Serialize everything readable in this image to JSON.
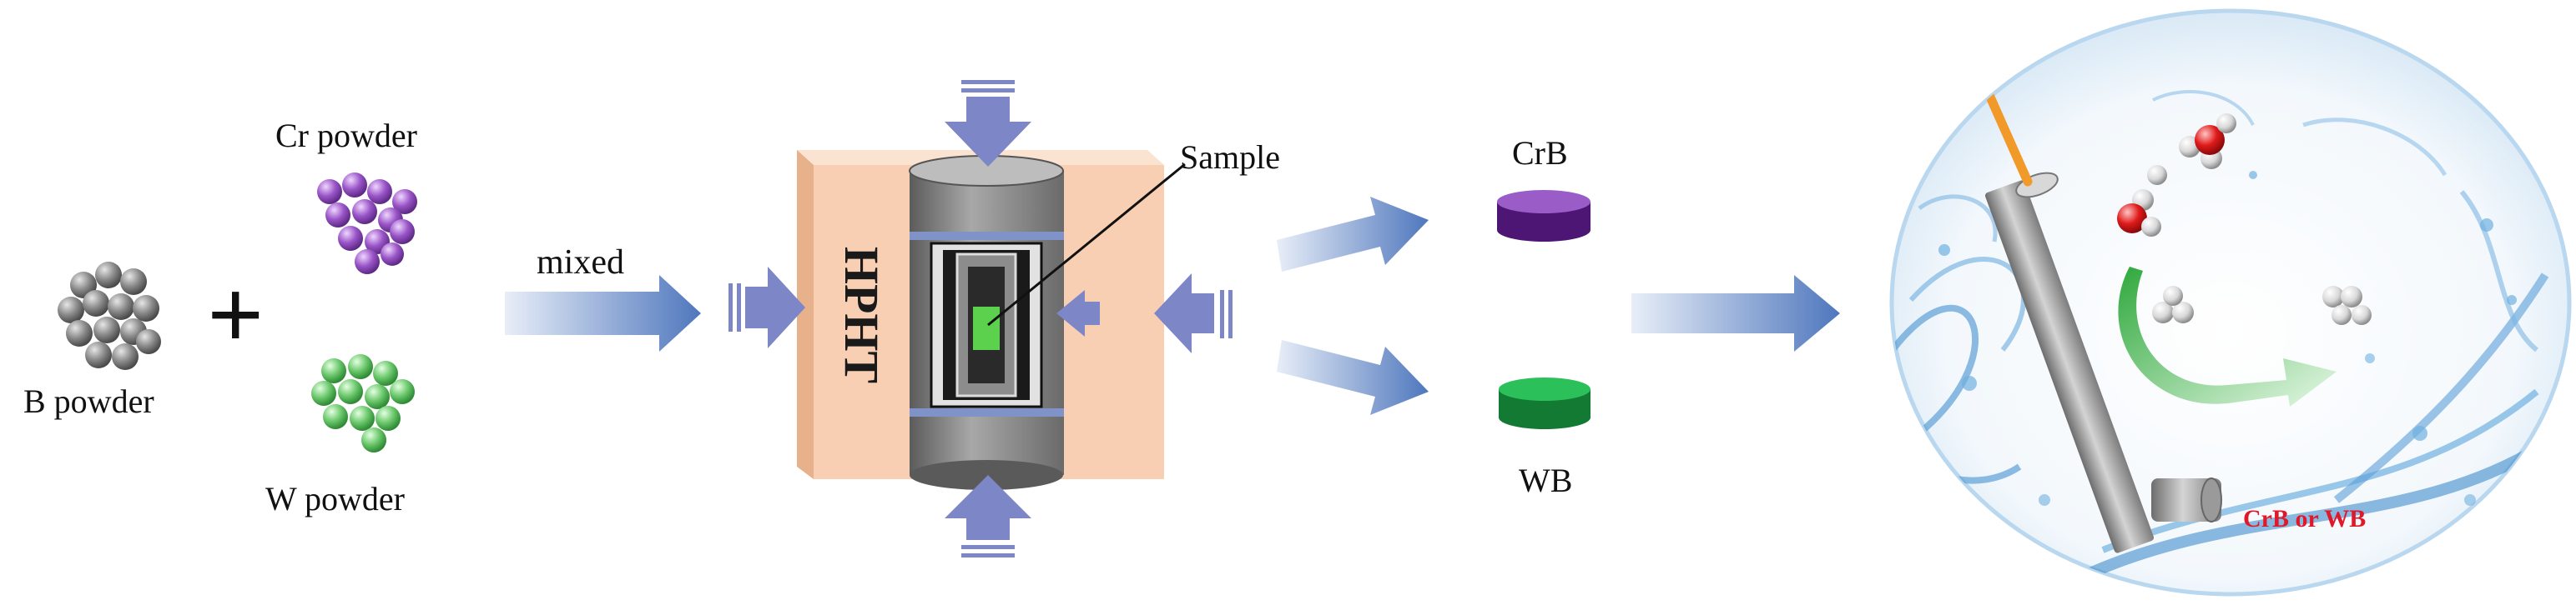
{
  "labels": {
    "b_powder": "B powder",
    "cr_powder": "Cr powder",
    "w_powder": "W powder",
    "plus": "+",
    "mixed": "mixed",
    "hpht": "HPHT",
    "sample": "Sample",
    "crb": "CrB",
    "wb": "WB",
    "electrode": "CrB or WB"
  },
  "colors": {
    "b_powder": "#8a8a8a",
    "cr_powder": "#9a55c8",
    "w_powder": "#6cc86c",
    "crb_disk": "#7a2aa6",
    "wb_disk": "#1f9e48",
    "arrow": "#7d86c6",
    "flow_arrow": "#4f77bd",
    "hpht_box": "#f8cfb2",
    "sample": "#5bd14e",
    "electrode_label": "#e0192a",
    "oxygen": "#e01a1a"
  },
  "icons": {
    "press_arrow": "press-arrow-icon",
    "flow_arrow": "flow-arrow-icon",
    "molecule_h2o": "water-molecule-icon",
    "molecule_h2": "hydrogen-molecule-icon"
  }
}
